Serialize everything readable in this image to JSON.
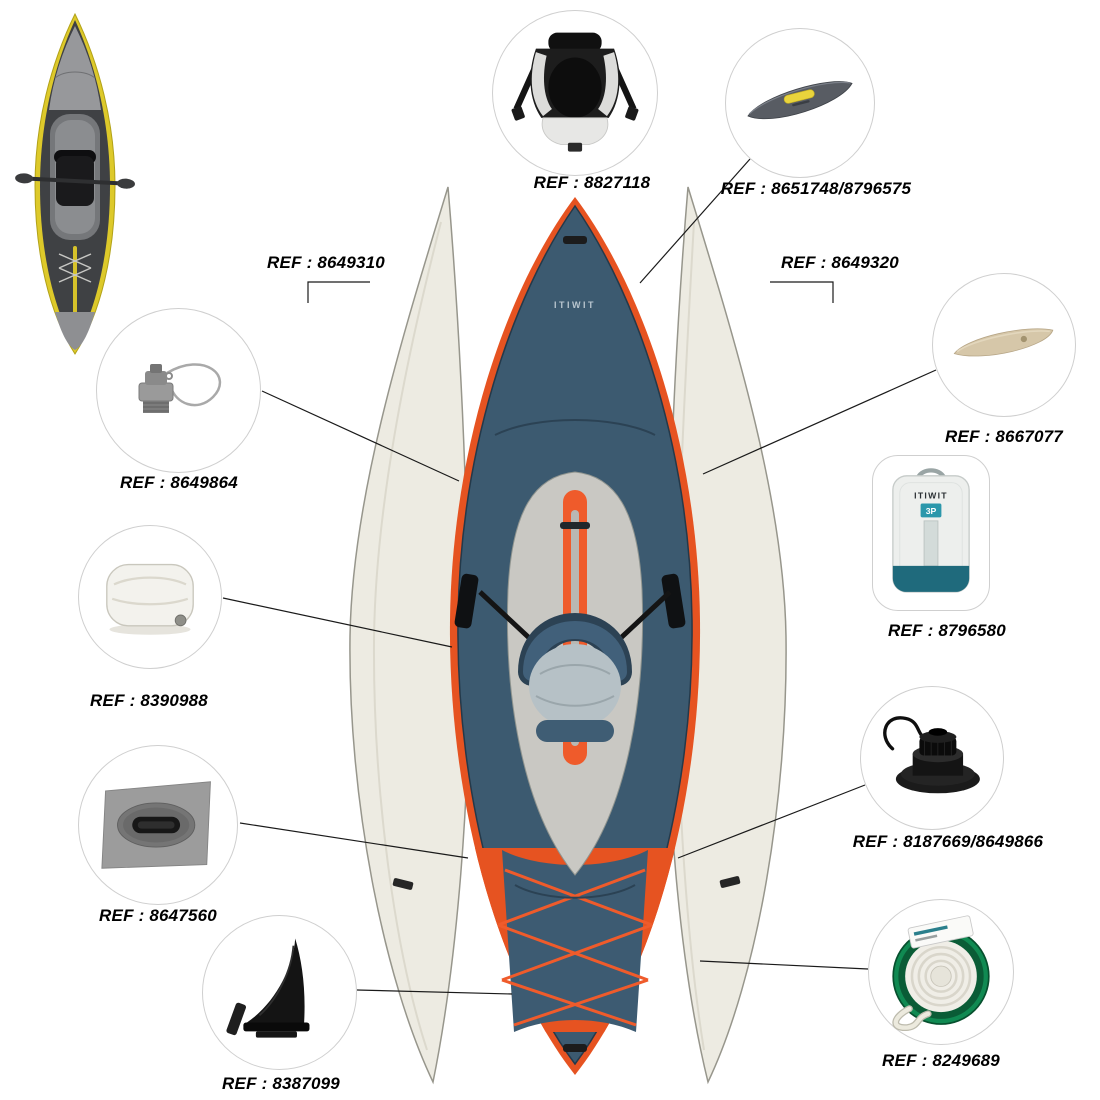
{
  "diagram": {
    "type": "inflatable-kayak-spare-parts",
    "colors": {
      "kayak_deck": "#3c5a70",
      "kayak_accent_orange": "#e65321",
      "float_body": "#edebe2",
      "thumbnail_hull_yellow": "#ddc92a",
      "backpack_teal": "#1f6a7c",
      "panel_yellow": "#e9d43c",
      "spool_green": "#0d6b3f"
    }
  },
  "kayak": {
    "brand": "ITIWIT"
  },
  "backpack": {
    "brand": "ITIWIT",
    "size": "3P"
  },
  "labels": {
    "float_left": "REF : 8649310",
    "float_right": "REF : 8649320",
    "seat": "REF : 8827118",
    "deck_cover": "REF : 8651748/8796575",
    "fin_sand": "REF : 8667077",
    "backpack": "REF : 8796580",
    "valve_black": "REF : 8187669/8649866",
    "rope_spool": "REF : 8249689",
    "valve_screw": "REF : 8649864",
    "cushion": "REF : 8390988",
    "patch_handle": "REF : 8647560",
    "fin_black": "REF : 8387099"
  }
}
